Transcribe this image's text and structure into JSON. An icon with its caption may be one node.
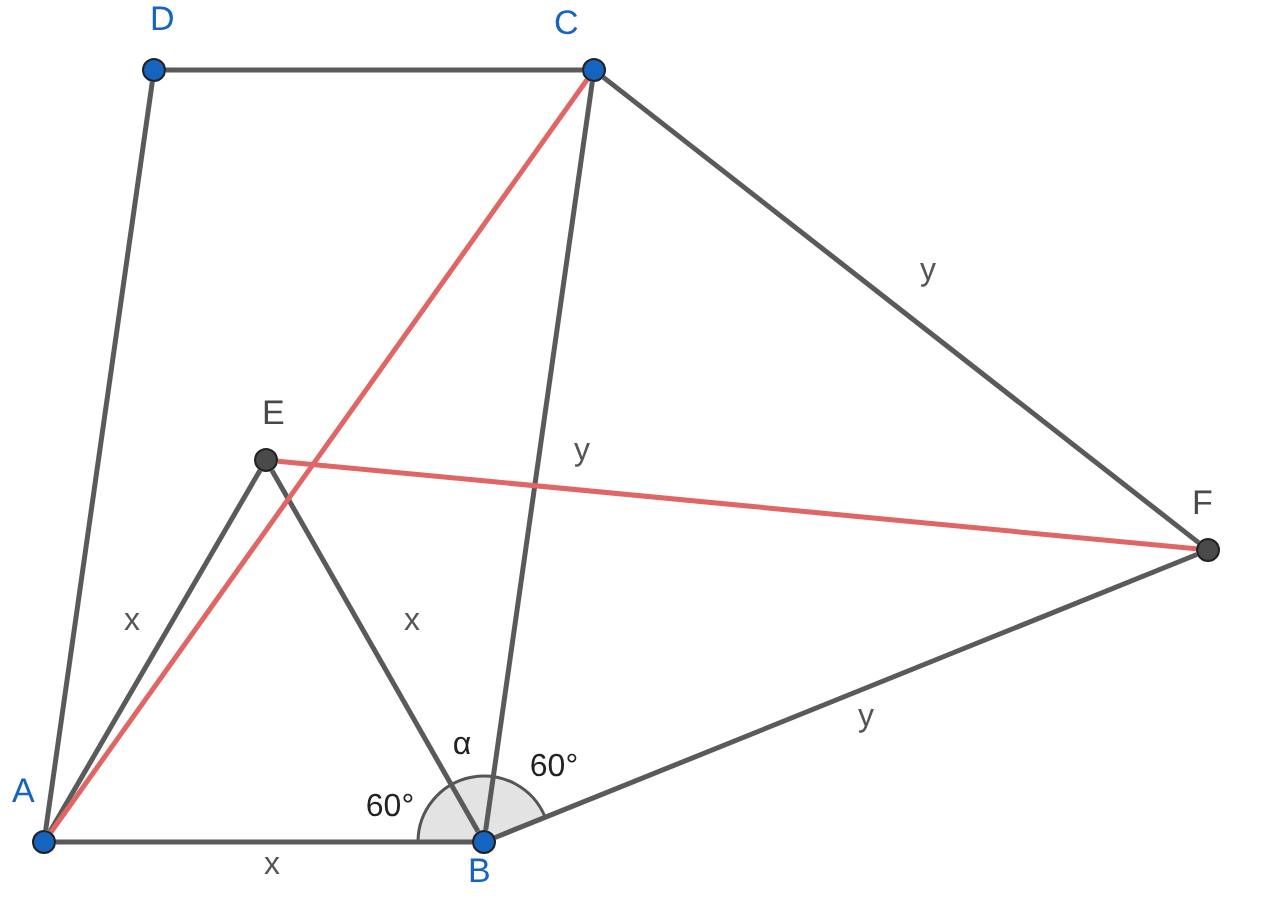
{
  "diagram": {
    "nodes": [
      {
        "text": [
          "A"
        ]
      },
      {
        "text": [
          "B"
        ]
      },
      {
        "text": [
          "C"
        ]
      },
      {
        "text": [
          "D"
        ]
      },
      {
        "text": [
          "E"
        ]
      },
      {
        "text": [
          "F"
        ]
      }
    ],
    "edges": [
      {
        "from": 0,
        "to": 3,
        "arrow": "none"
      },
      {
        "from": 3,
        "to": 2,
        "arrow": "none"
      },
      {
        "from": 2,
        "to": 1,
        "arrow": "none",
        "label": "y"
      },
      {
        "from": 0,
        "to": 1,
        "arrow": "none",
        "label": "x"
      },
      {
        "from": 0,
        "to": 4,
        "arrow": "none",
        "label": "x"
      },
      {
        "from": 4,
        "to": 1,
        "arrow": "none",
        "label": "x"
      },
      {
        "from": 2,
        "to": 5,
        "arrow": "none",
        "label": "y"
      },
      {
        "from": 1,
        "to": 5,
        "arrow": "none",
        "label": "y"
      },
      {
        "from": 0,
        "to": 2,
        "arrow": "none",
        "color": "#e06666"
      },
      {
        "from": 4,
        "to": 5,
        "arrow": "none",
        "color": "#e06666"
      }
    ],
    "labels": [
      "α",
      "60°",
      "60°"
    ]
  }
}
